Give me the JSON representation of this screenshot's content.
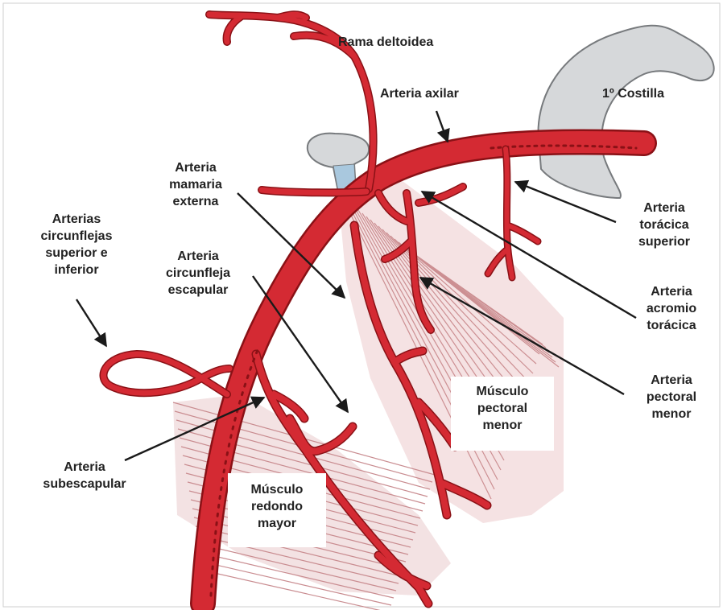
{
  "colors": {
    "artery": "#d42a33",
    "artery_dark": "#8a1116",
    "bone": "#d6d8da",
    "bone_edge": "#777a7d",
    "muscle": "#cc8f92",
    "arrow": "#1a1a1a",
    "text": "#222222"
  },
  "labels": {
    "rama_deltoidea": [
      "Rama deltoidea"
    ],
    "arteria_axilar": [
      "Arteria axilar"
    ],
    "primera_costilla": [
      "1º Costilla"
    ],
    "mamaria_externa": [
      "Arteria",
      "mamaria",
      "externa"
    ],
    "circunflejas": [
      "Arterias",
      "circunflejas",
      "superior e",
      "inferior"
    ],
    "circunfleja_escapular": [
      "Arteria",
      "circunfleja",
      "escapular"
    ],
    "toracica_superior": [
      "Arteria",
      "torácica",
      "superior"
    ],
    "acromio_toracica": [
      "Arteria",
      "acromio",
      "torácica"
    ],
    "pectoral_menor_art": [
      "Arteria",
      "pectoral",
      "menor"
    ],
    "musculo_pectoral": [
      "Músculo",
      "pectoral",
      "menor"
    ],
    "subescapular": [
      "Arteria",
      "subescapular"
    ],
    "musculo_redondo": [
      "Músculo",
      "redondo",
      "mayor"
    ]
  }
}
